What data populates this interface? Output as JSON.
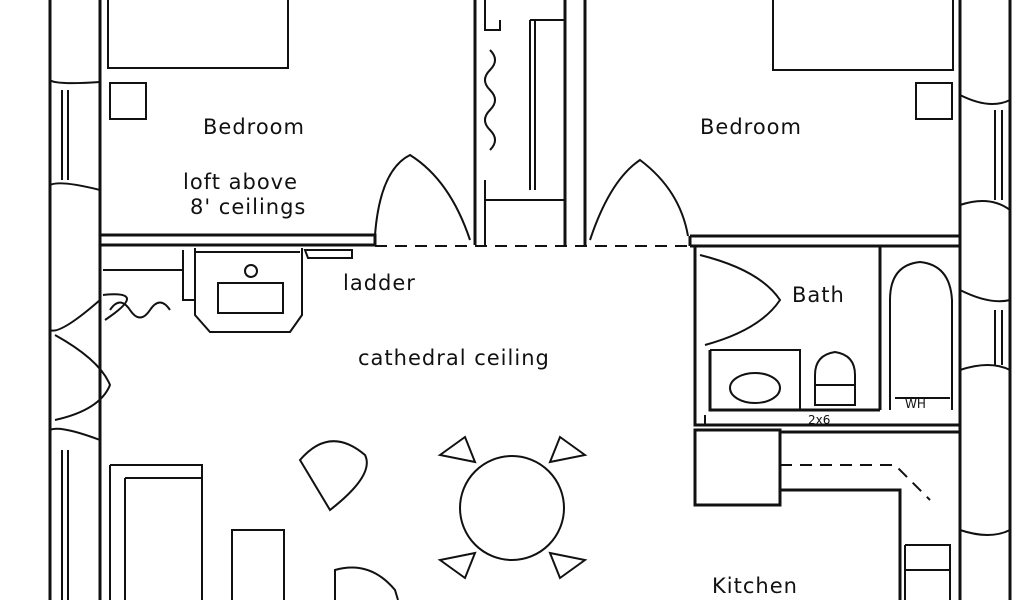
{
  "plan": {
    "rooms": {
      "bedroom_left": "Bedroom",
      "bedroom_right": "Bedroom",
      "loft_line1": "loft above",
      "loft_line2": "8' ceilings",
      "ladder": "ladder",
      "bath": "Bath",
      "living": "cathedral ceiling",
      "wall_note": "2x6",
      "water_heater": "WH",
      "kitchen": "Kitchen"
    }
  }
}
